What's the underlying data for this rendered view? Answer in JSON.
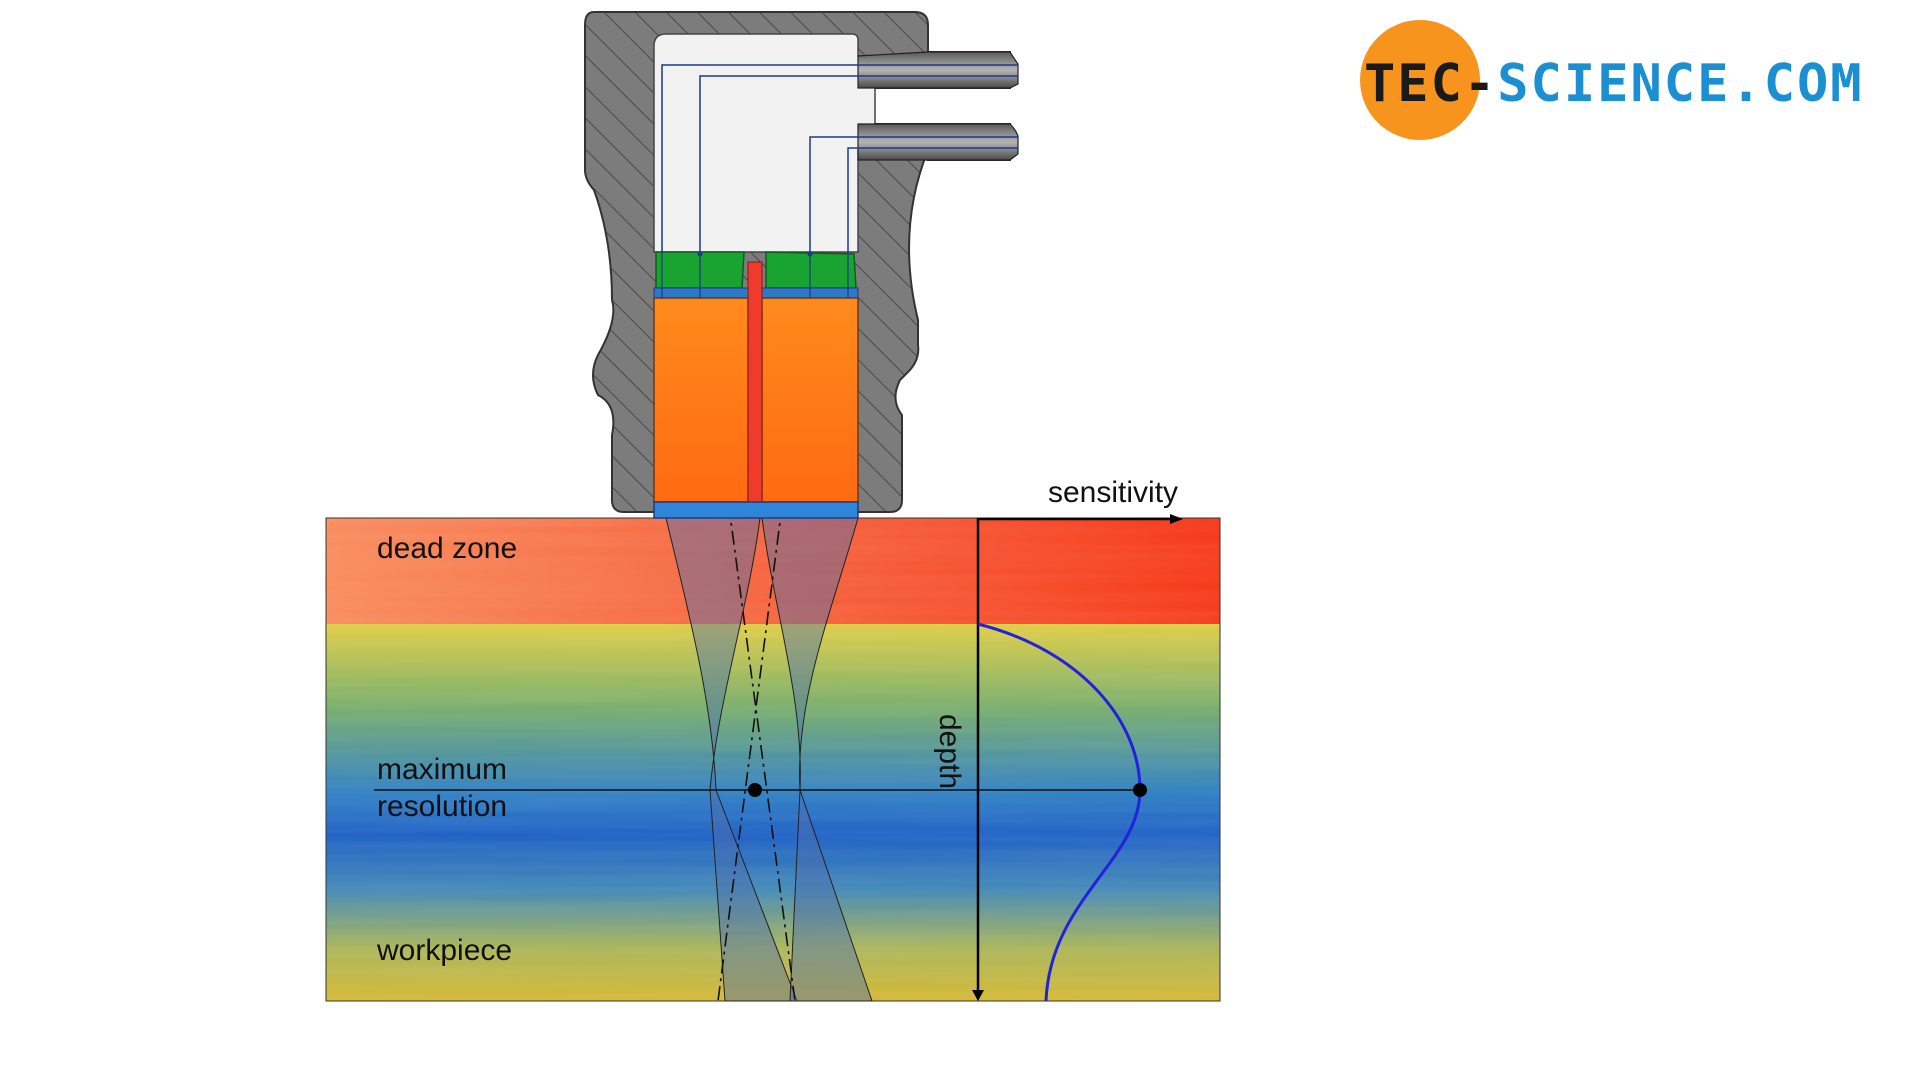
{
  "labels": {
    "dead_zone": "dead zone",
    "max_resolution_1": "maximum",
    "max_resolution_2": "resolution",
    "workpiece": "workpiece",
    "sensitivity": "sensitivity",
    "depth": "depth"
  },
  "logo": {
    "part_dark": "TEC-",
    "part_blue": "SCIENCE.COM"
  },
  "colors": {
    "dead_zone": "#f2532f",
    "workpiece_yellow": "#d8c94a",
    "workpiece_blue": "#1f62c4",
    "housing_gray": "#7f7f7f",
    "piezo_orange": "#ff7f17",
    "crystal_green": "#19a330",
    "separator_red": "#ee3b2b",
    "sensitivity_curve": "#2222dd",
    "logo_orange": "#f7941d",
    "logo_blue": "#1b8fd1",
    "logo_dark": "#1a1a1a"
  }
}
